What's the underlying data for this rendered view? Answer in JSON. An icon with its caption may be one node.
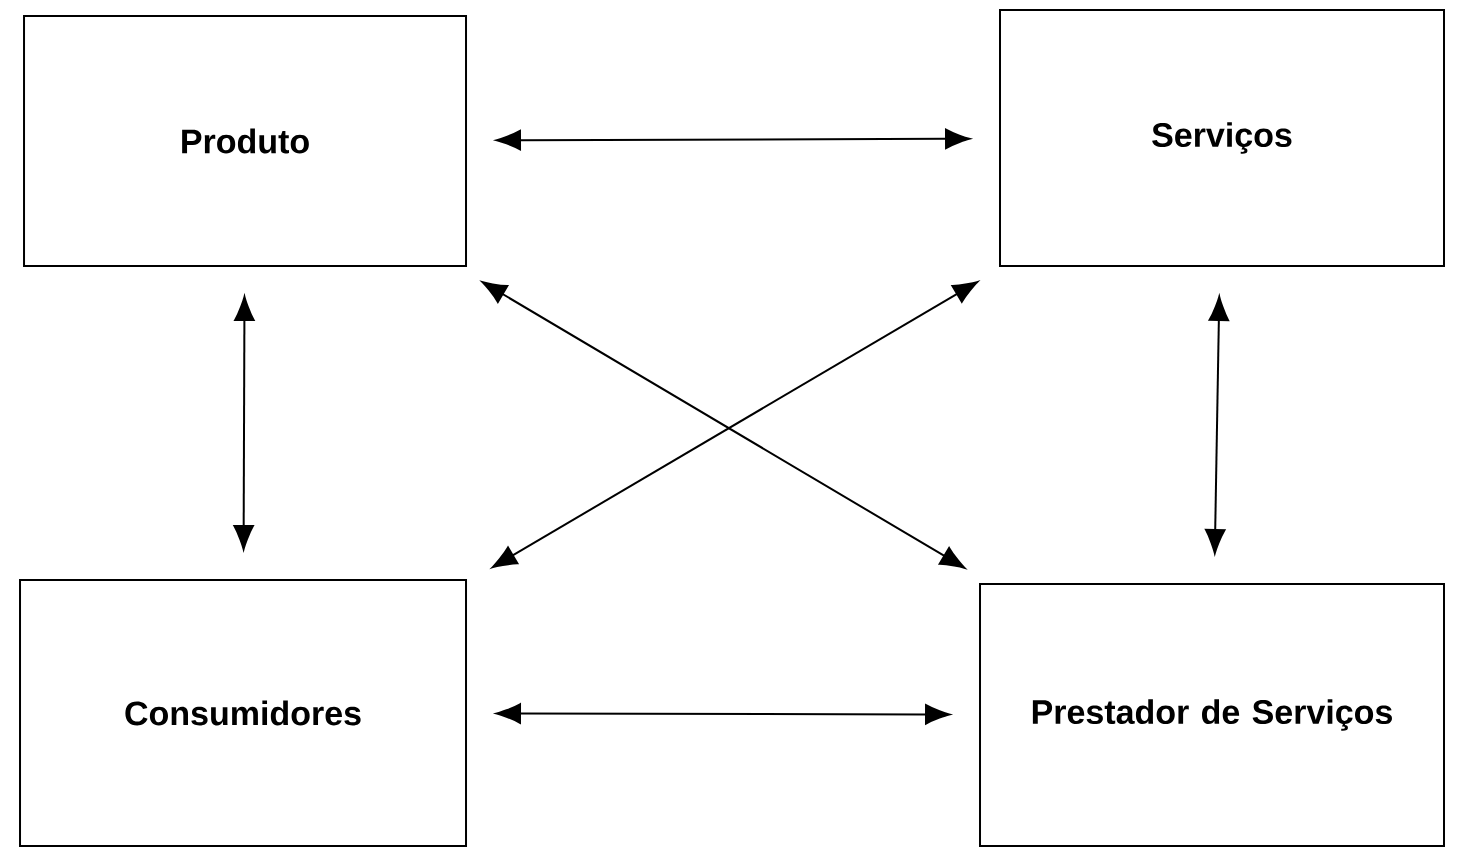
{
  "diagram": {
    "nodes": [
      {
        "text": [
          "Produto"
        ]
      },
      {
        "text": [
          "Serviços"
        ]
      },
      {
        "text": [
          "Consumidores"
        ]
      },
      {
        "text": [
          "Prestador de Serviços"
        ]
      }
    ],
    "edges": [
      {
        "from": 0,
        "to": 1,
        "arrow": "both"
      },
      {
        "from": 0,
        "to": 2,
        "arrow": "both"
      },
      {
        "from": 1,
        "to": 3,
        "arrow": "both"
      },
      {
        "from": 0,
        "to": 3,
        "arrow": "both"
      },
      {
        "from": 1,
        "to": 2,
        "arrow": "both"
      },
      {
        "from": 2,
        "to": 3,
        "arrow": "both"
      }
    ]
  }
}
